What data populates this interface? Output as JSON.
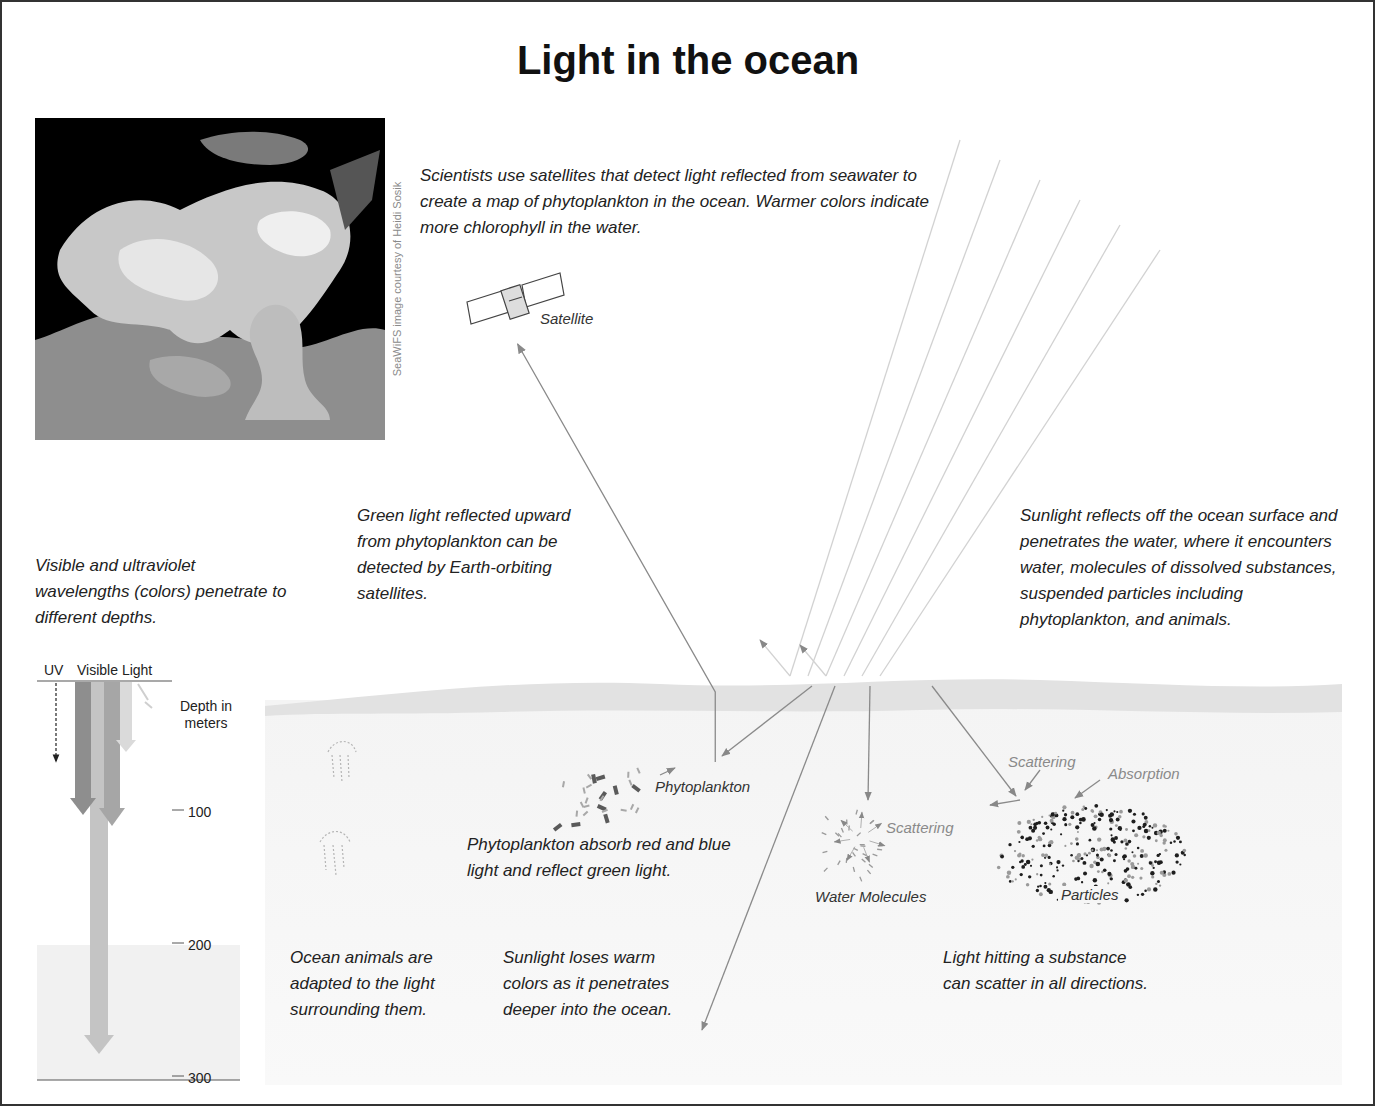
{
  "diagram": {
    "title": "Light in the ocean",
    "nodes": [
      {
        "text": [
          "Satellite"
        ]
      },
      {
        "text": [
          "Phytoplankton"
        ]
      },
      {
        "text": [
          "Water Molecules"
        ]
      },
      {
        "text": [
          "Particles"
        ]
      }
    ],
    "edges": [
      {
        "from": 1,
        "to": 0,
        "arrow": "to"
      }
    ],
    "labels": [
      "Scientists use satellites that detect light reflected from seawater to create a map of phytoplankton in the ocean. Warmer colors indicate more chlorophyll in the water.",
      "SeaWiFS image courtesy of Heidi Sosik",
      "Green light reflected upward from phytoplankton can be detected by Earth-orbiting satellites.",
      "Sunlight reflects off the ocean surface and penetrates the water, where it encounters water, molecules of dissolved substances, suspended particles including phytoplankton, and animals.",
      "Visible and ultraviolet wavelengths (colors) penetrate to different depths.",
      "UV",
      "Visible Light",
      "Depth in meters",
      "100",
      "200",
      "300",
      "Phytoplankton absorb red and blue light and reflect green light.",
      "Scattering",
      "Absorption",
      "Scattering",
      "Ocean animals are adapted to the light surrounding them.",
      "Sunlight loses warm colors as it penetrates deeper into the ocean.",
      "Light hitting a substance can scatter in all directions."
    ]
  }
}
